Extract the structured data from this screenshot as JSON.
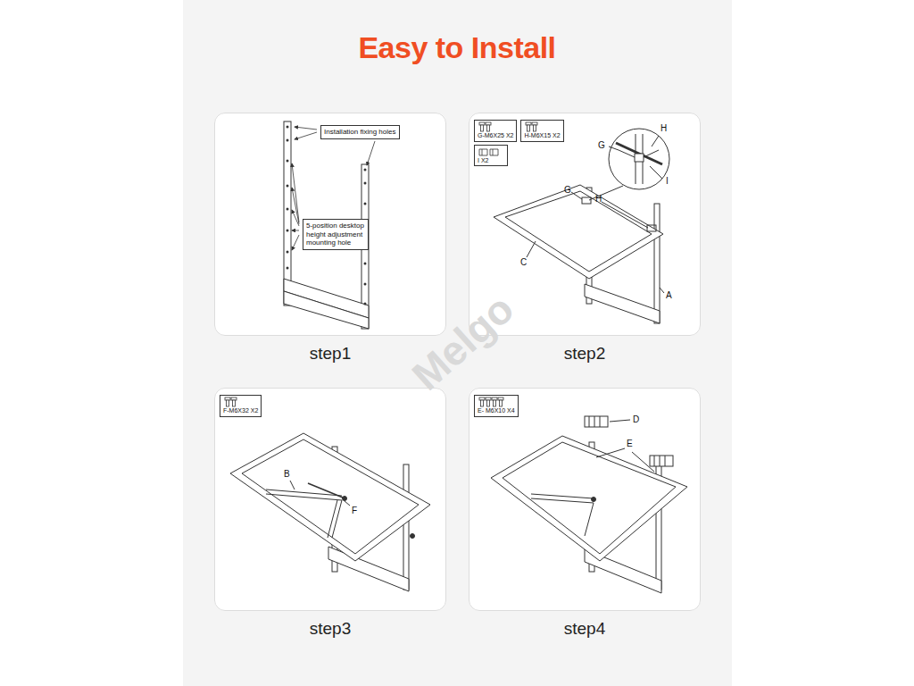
{
  "diagram": {
    "title": "Easy to Install",
    "nodes": [
      {
        "text": [
          "step1"
        ]
      },
      {
        "text": [
          "Installation fixing holes"
        ],
        "in": 0
      },
      {
        "text": [
          "5-position desktop height adjustment mounting hole"
        ],
        "in": 0
      },
      {
        "text": [
          "step2"
        ]
      },
      {
        "text": [
          "G-M6X25 X2"
        ],
        "in": 3
      },
      {
        "text": [
          "H-M6X15 X2"
        ],
        "in": 3
      },
      {
        "text": [
          "I X2"
        ],
        "in": 3
      },
      {
        "text": [
          "step3"
        ]
      },
      {
        "text": [
          "F-M6X32 X2"
        ],
        "in": 7
      },
      {
        "text": [
          "step4"
        ]
      },
      {
        "text": [
          "E- M6X10 X4"
        ],
        "in": 9
      }
    ],
    "labels": [
      "G",
      "H",
      "I",
      "G",
      "H",
      "C",
      "A",
      "B",
      "F",
      "D",
      "E",
      "Melgo"
    ]
  }
}
